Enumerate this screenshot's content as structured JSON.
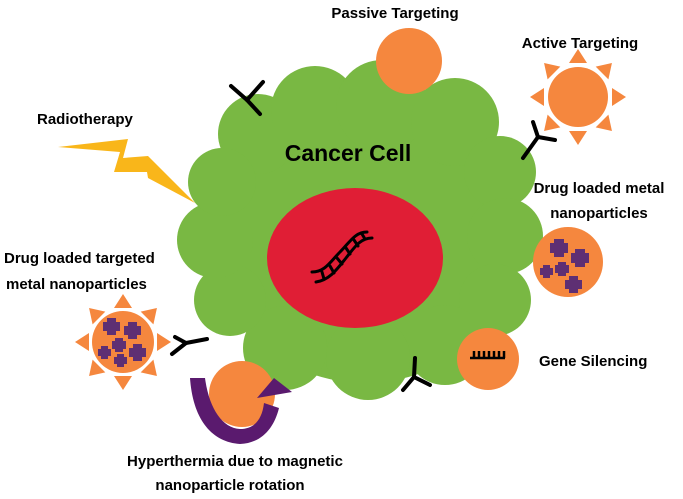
{
  "labels": {
    "passive": "Passive Targeting",
    "active": "Active Targeting",
    "radiotherapy": "Radiotherapy",
    "cancer_cell": "Cancer Cell",
    "drug_loaded_metal_line1": "Drug loaded metal",
    "drug_loaded_metal_line2": "nanoparticles",
    "drug_loaded_targeted_line1": "Drug loaded targeted",
    "drug_loaded_targeted_line2": "metal nanoparticles",
    "gene_silencing": "Gene Silencing",
    "hyperthermia_line1": "Hyperthermia due to magnetic",
    "hyperthermia_line2": "nanoparticle rotation"
  },
  "colors": {
    "cell": "#79B843",
    "nucleus": "#E01E35",
    "nanoparticle": "#F5873E",
    "spike": "#F5873E",
    "drug": "#5E2F73",
    "bolt": "#F9B61A",
    "arrow": "#5A1A6E",
    "text": "#000000"
  },
  "icons": {
    "antibody": "y-shaped-antibody-icon",
    "dna": "dna-helix-icon",
    "bolt": "lightning-bolt-icon",
    "sirna": "comb-sirna-icon",
    "rotation_arrow": "curved-arrow-icon"
  }
}
